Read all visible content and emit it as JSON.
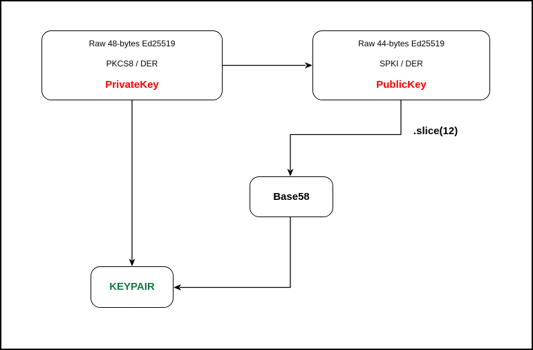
{
  "diagram": {
    "nodes": {
      "private_key": {
        "format": "Raw 48-bytes Ed25519",
        "encoding": "PKCS8 / DER",
        "title": "PrivateKey",
        "title_color": "#ff0000"
      },
      "public_key": {
        "format": "Raw 44-bytes Ed25519",
        "encoding": "SPKI / DER",
        "title": "PublicKey",
        "title_color": "#ff0000"
      },
      "base58": {
        "title": "Base58",
        "title_color": "#000000"
      },
      "keypair": {
        "title": "KEYPAIR",
        "title_color": "#17763d"
      }
    },
    "edges": [
      {
        "from": "private_key",
        "to": "public_key",
        "label": ""
      },
      {
        "from": "public_key",
        "to": "base58",
        "label": ".slice(12)"
      },
      {
        "from": "private_key",
        "to": "keypair",
        "label": ""
      },
      {
        "from": "base58",
        "to": "keypair",
        "label": ""
      }
    ],
    "colors": {
      "background": "#ffffff",
      "frame_border": "#000000",
      "node_border": "#000000",
      "connector": "#000000",
      "key_title_red": "#ff0000",
      "keypair_green": "#17763d"
    }
  }
}
